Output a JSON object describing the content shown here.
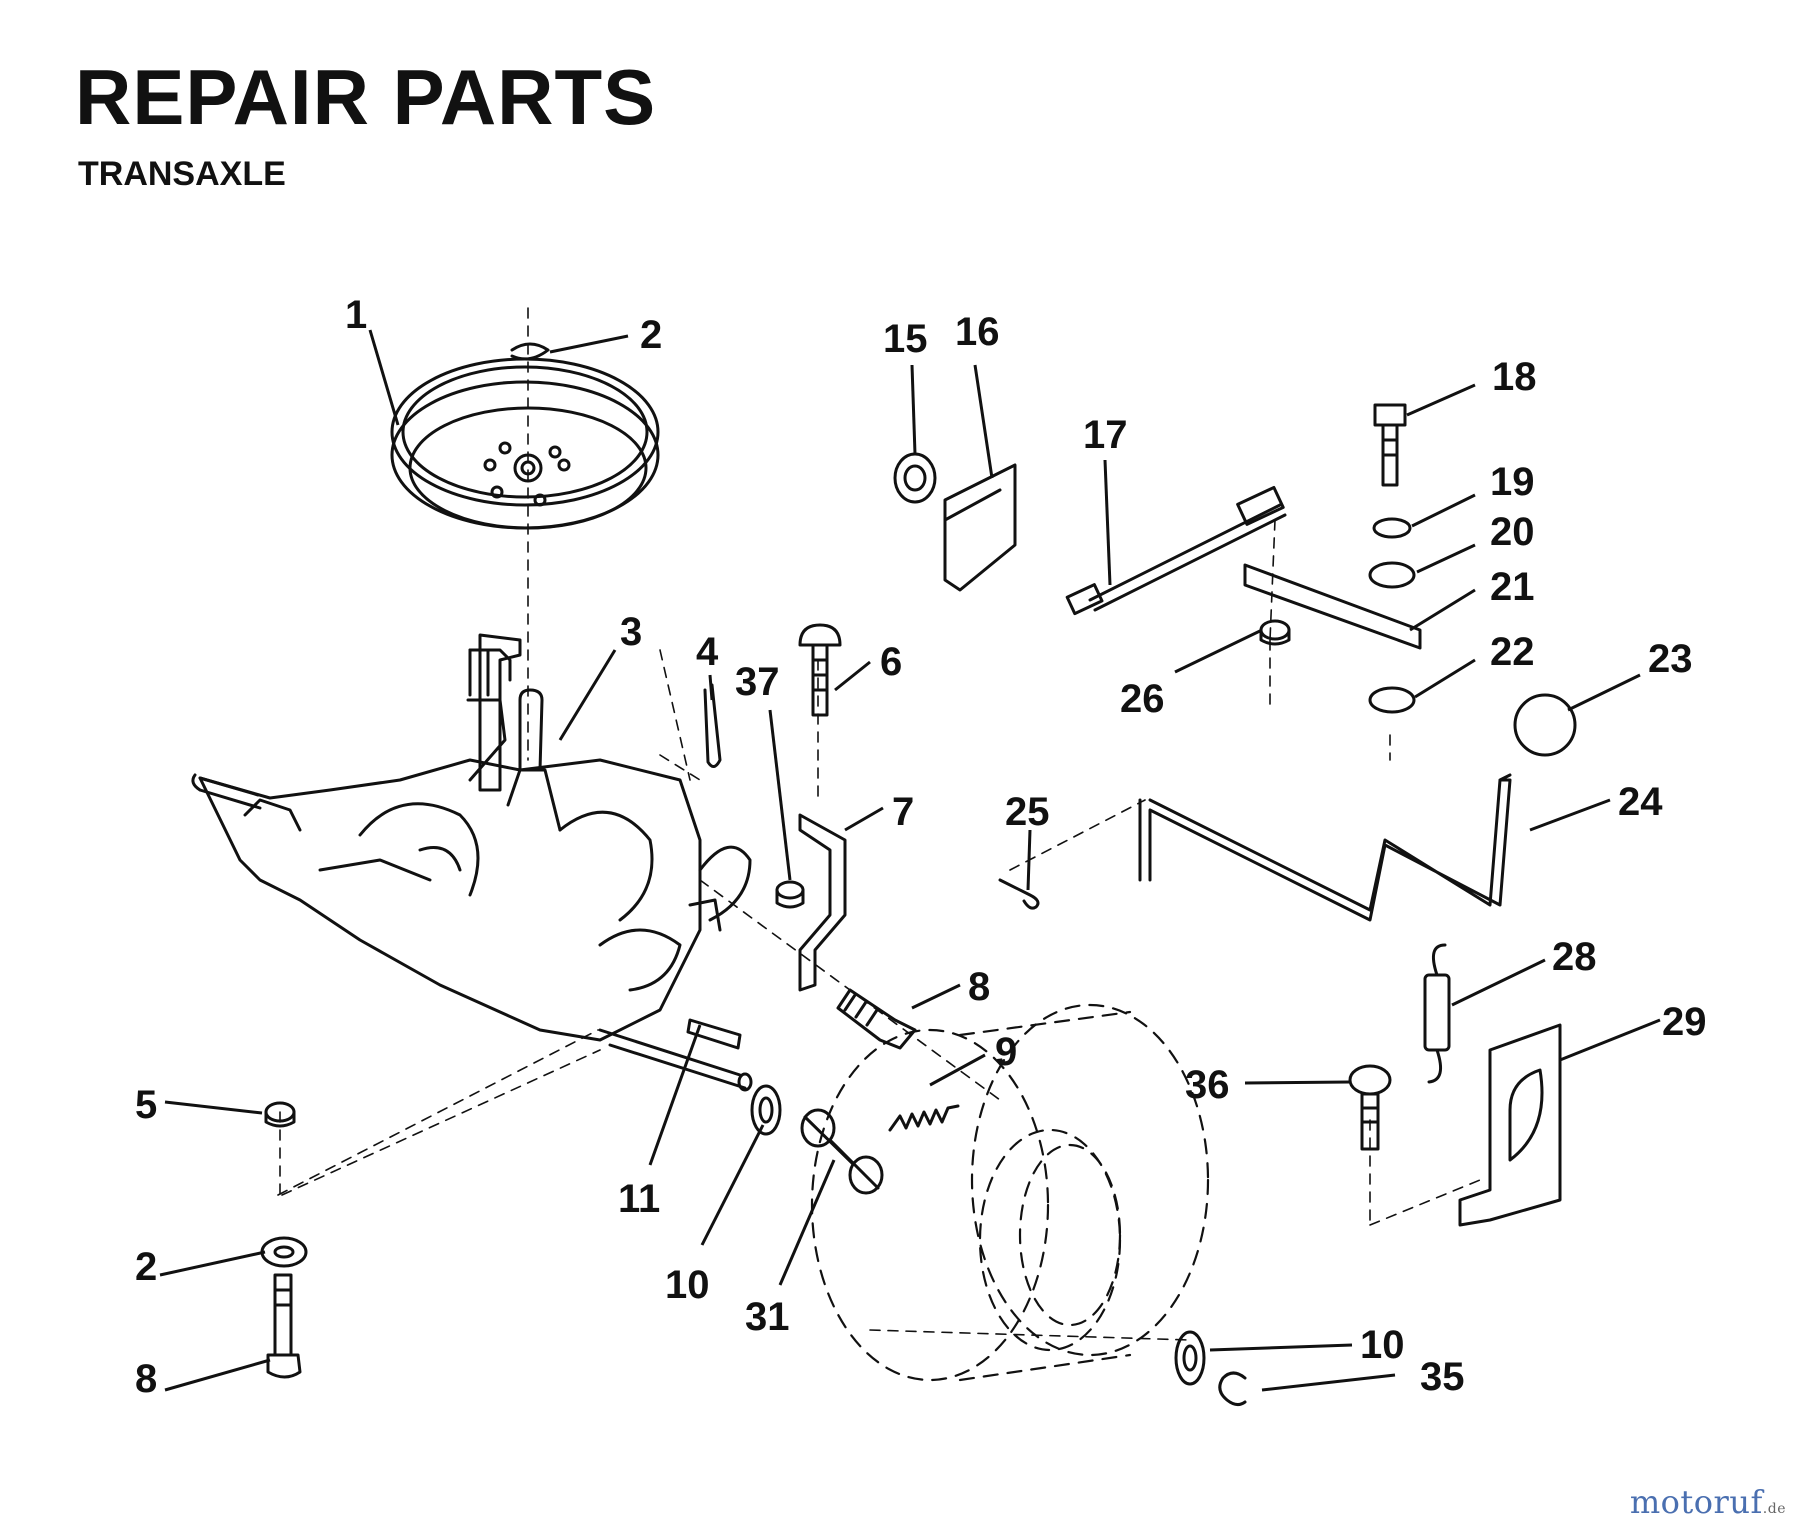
{
  "header": {
    "title": "REPAIR PARTS",
    "subtitle": "TRANSAXLE"
  },
  "watermark": {
    "text_main": "motoruf",
    "text_suffix": ".de"
  },
  "callouts": [
    {
      "id": "c1",
      "label": "1"
    },
    {
      "id": "c2a",
      "label": "2"
    },
    {
      "id": "c3",
      "label": "3"
    },
    {
      "id": "c4",
      "label": "4"
    },
    {
      "id": "c37",
      "label": "37"
    },
    {
      "id": "c6",
      "label": "6"
    },
    {
      "id": "c7",
      "label": "7"
    },
    {
      "id": "c8a",
      "label": "8"
    },
    {
      "id": "c9",
      "label": "9"
    },
    {
      "id": "c5",
      "label": "5"
    },
    {
      "id": "c11",
      "label": "11"
    },
    {
      "id": "c10a",
      "label": "10"
    },
    {
      "id": "c31",
      "label": "31"
    },
    {
      "id": "c2b",
      "label": "2"
    },
    {
      "id": "c8b",
      "label": "8"
    },
    {
      "id": "c15",
      "label": "15"
    },
    {
      "id": "c16",
      "label": "16"
    },
    {
      "id": "c17",
      "label": "17"
    },
    {
      "id": "c18",
      "label": "18"
    },
    {
      "id": "c19",
      "label": "19"
    },
    {
      "id": "c20",
      "label": "20"
    },
    {
      "id": "c21",
      "label": "21"
    },
    {
      "id": "c22",
      "label": "22"
    },
    {
      "id": "c26",
      "label": "26"
    },
    {
      "id": "c23",
      "label": "23"
    },
    {
      "id": "c24",
      "label": "24"
    },
    {
      "id": "c25",
      "label": "25"
    },
    {
      "id": "c28",
      "label": "28"
    },
    {
      "id": "c29",
      "label": "29"
    },
    {
      "id": "c36",
      "label": "36"
    },
    {
      "id": "c10b",
      "label": "10"
    },
    {
      "id": "c35",
      "label": "35"
    }
  ]
}
